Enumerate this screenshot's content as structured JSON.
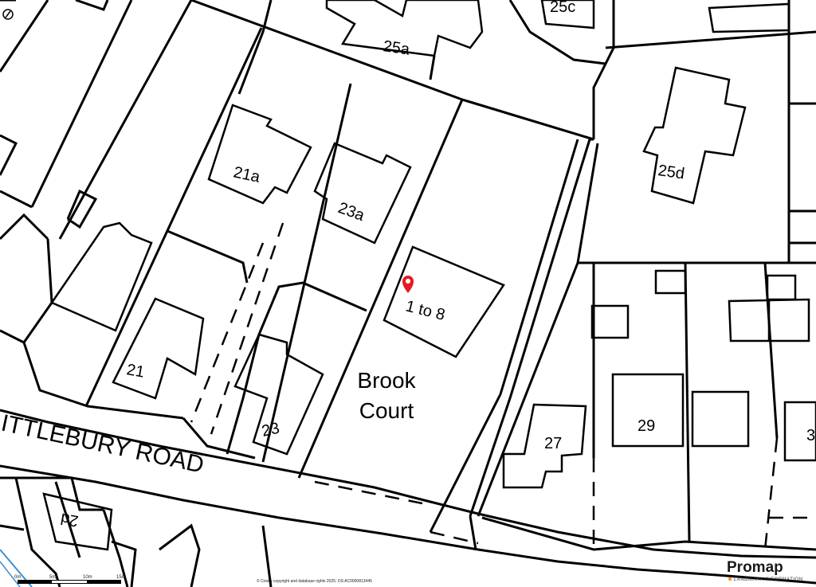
{
  "map": {
    "street_name": "ITTLEBURY ROAD",
    "area_label_line1": "Brook",
    "area_label_line2": "Court",
    "labels": {
      "l25a": "25a",
      "l25c": "25c",
      "l25d": "25d",
      "l21a": "21a",
      "l23a": "23a",
      "l1to8": "1 to 8",
      "l21": "21",
      "l23": "23",
      "l27": "27",
      "l29": "29",
      "l3": "3",
      "l2d": "2d"
    },
    "marker_color": "#e31b23",
    "line_color": "#000000"
  },
  "scale_bar": {
    "ticks": [
      "0m",
      "5m",
      "10m",
      "15m"
    ]
  },
  "copyright": "© Crown copyright and database rights 2025. OS AC0000813445",
  "brand": {
    "name": "Promap",
    "tagline": "LANDMARK INFORMATION",
    "dot_color": "#f39200"
  }
}
